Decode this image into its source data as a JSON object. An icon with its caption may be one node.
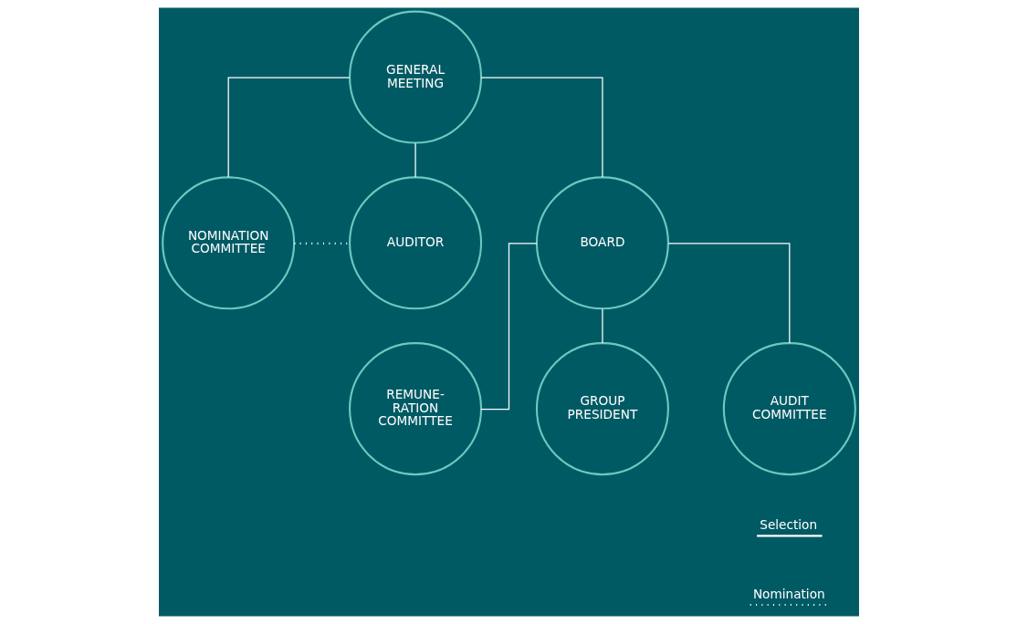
{
  "diagram": {
    "nodes": [
      {
        "text": [
          "GENERAL MEETING"
        ]
      },
      {
        "text": [
          "NOMINATION COMMITTEE"
        ]
      },
      {
        "text": [
          "AUDITOR"
        ]
      },
      {
        "text": [
          "BOARD"
        ]
      },
      {
        "text": [
          "REMUNE- RATION COMMITTEE"
        ]
      },
      {
        "text": [
          "GROUP PRESIDENT"
        ]
      },
      {
        "text": [
          "AUDIT COMMITTEE"
        ]
      }
    ],
    "edges": [
      {
        "from": 0,
        "to": 1,
        "arrow": "none"
      },
      {
        "from": 0,
        "to": 2,
        "arrow": "none"
      },
      {
        "from": 0,
        "to": 3,
        "arrow": "none"
      },
      {
        "from": 1,
        "to": 2,
        "arrow": "none",
        "style": "dashed"
      },
      {
        "from": 3,
        "to": 4,
        "arrow": "none"
      },
      {
        "from": 3,
        "to": 5,
        "arrow": "none"
      },
      {
        "from": 3,
        "to": 6,
        "arrow": "none"
      }
    ],
    "legend": [
      {
        "text": "Selection"
      },
      {
        "text": "Nomination"
      }
    ]
  }
}
